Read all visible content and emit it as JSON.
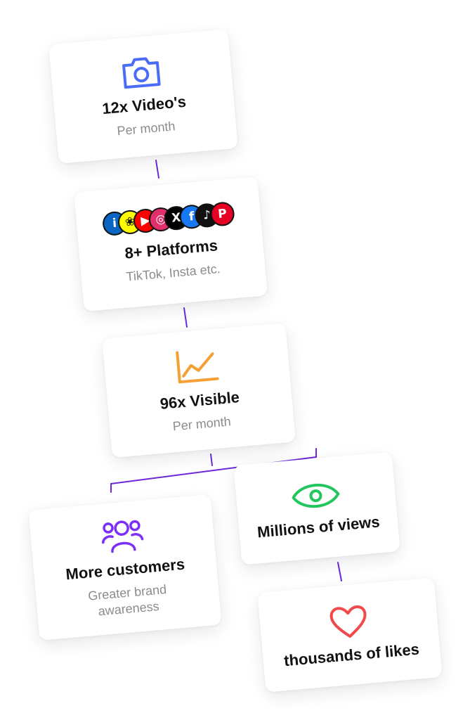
{
  "cards": {
    "videos": {
      "title": "12x Video's",
      "subtitle": "Per month",
      "icon": "camera-icon",
      "color": "#4a6cf7"
    },
    "platforms": {
      "title": "8+ Platforms",
      "subtitle": "TikTok, Insta etc.",
      "logos": [
        {
          "name": "linkedin-icon",
          "glyph": "i",
          "color": "#0a66c2"
        },
        {
          "name": "snapchat-icon",
          "glyph": "❀",
          "color": "#fffc00"
        },
        {
          "name": "youtube-icon",
          "glyph": "▶",
          "color": "#ff0000"
        },
        {
          "name": "instagram-icon",
          "glyph": "◎",
          "color": "#e1306c"
        },
        {
          "name": "x-icon",
          "glyph": "X",
          "color": "#000000"
        },
        {
          "name": "facebook-icon",
          "glyph": "f",
          "color": "#1877f2"
        },
        {
          "name": "tiktok-icon",
          "glyph": "♪",
          "color": "#111111"
        },
        {
          "name": "pinterest-icon",
          "glyph": "P",
          "color": "#e60023"
        }
      ]
    },
    "visible": {
      "title": "96x Visible",
      "subtitle": "Per month",
      "icon": "line-chart-icon",
      "color": "#f5a033"
    },
    "customers": {
      "title": "More customers",
      "subtitle_line1": "Greater brand",
      "subtitle_line2": "awareness",
      "icon": "users-icon",
      "color": "#7b2ff7"
    },
    "views": {
      "title": "Millions of views",
      "icon": "eye-icon",
      "color": "#22c55e"
    },
    "likes": {
      "title": "thousands of likes",
      "icon": "heart-icon",
      "color": "#f04a4a"
    }
  },
  "connector_color": "#6d28d9"
}
